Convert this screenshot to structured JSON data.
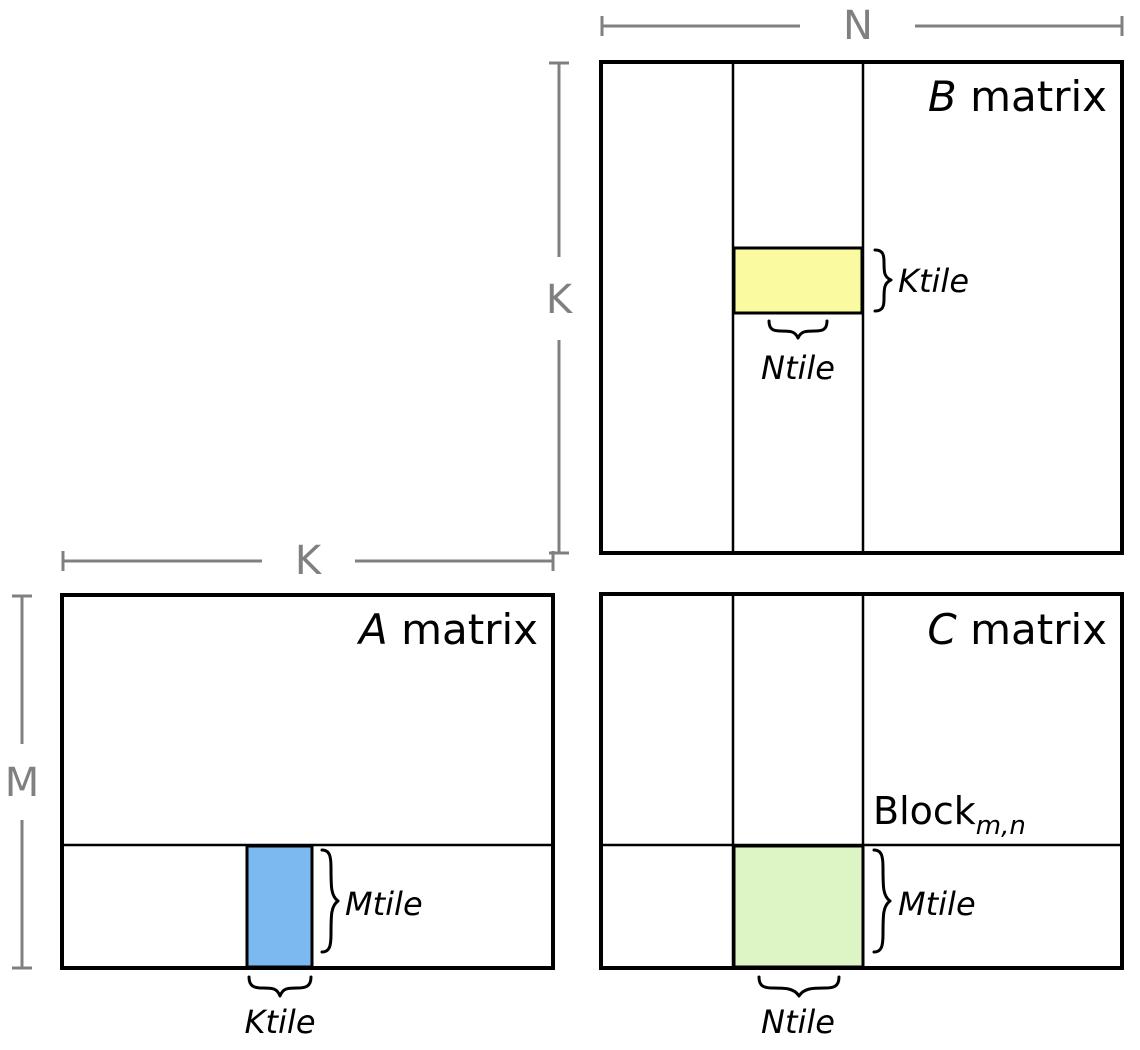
{
  "figure": {
    "title_alt": "Blocked matrix multiplication tiling diagram",
    "background_color": "#ffffff"
  },
  "colors": {
    "outline": "#000000",
    "dimension_line": "#808080",
    "a_strip_fill": "#e8f3fd",
    "a_tile_fill": "#7cb9f0",
    "b_strip_fill": "#fdfdf0",
    "b_tile_fill": "#fafaa0",
    "c_tile_fill": "#ddf5c5",
    "matrix_fill": "#ffffff"
  },
  "dimensions": {
    "n_label": "N",
    "k_label_vertical": "K",
    "k_label_horizontal": "K",
    "m_label": "M"
  },
  "matrices": {
    "a": {
      "name_italic": "A",
      "name_rest": " matrix",
      "tile_row_label": "Mtile",
      "tile_col_label": "Ktile"
    },
    "b": {
      "name_italic": "B",
      "name_rest": " matrix",
      "tile_row_label": "Ktile",
      "tile_col_label": "Ntile"
    },
    "c": {
      "name_italic": "C",
      "name_rest": " matrix",
      "block_label": "Block",
      "block_subscript": "m,n",
      "tile_row_label": "Mtile",
      "tile_col_label": "Ntile"
    }
  }
}
